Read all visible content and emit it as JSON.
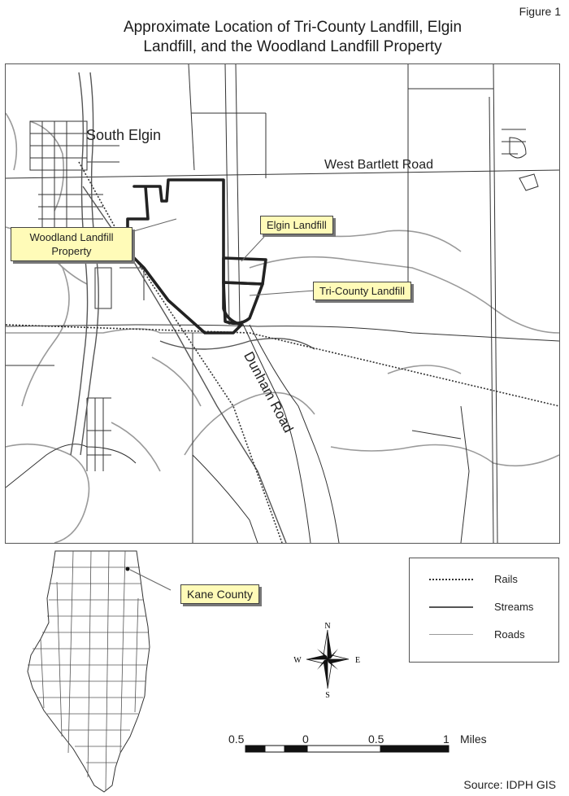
{
  "figure_label": "Figure 1",
  "title": {
    "line1": "Approximate Location of Tri-County Landfill, Elgin",
    "line2": "Landfill, and the Woodland Landfill Property"
  },
  "map": {
    "place_label": "South Elgin",
    "roads": {
      "west_bartlett": "West Bartlett Road",
      "dunham": "Dunham Road"
    },
    "callouts": {
      "woodland_line1": "Woodland Landfill",
      "woodland_line2": "Property",
      "elgin": "Elgin Landfill",
      "tri_county": "Tri-County Landfill"
    },
    "colors": {
      "roads": "#9a9a9a",
      "streams": "#555555",
      "rails": "#444444",
      "site_boundary": "#222222",
      "callout_fill": "#fffbb8"
    }
  },
  "inset": {
    "callout": "Kane County"
  },
  "legend": {
    "items": [
      {
        "label": "Rails",
        "style": "dotted",
        "color": "#333333"
      },
      {
        "label": "Streams",
        "style": "solid-dark",
        "color": "#555555"
      },
      {
        "label": "Roads",
        "style": "solid-light",
        "color": "#9a9a9a"
      }
    ]
  },
  "compass": {
    "n": "N",
    "s": "S",
    "e": "E",
    "w": "W"
  },
  "scale": {
    "labels": [
      "0.5",
      "0",
      "0.5",
      "1"
    ],
    "unit": "Miles"
  },
  "source": "Source: IDPH GIS"
}
